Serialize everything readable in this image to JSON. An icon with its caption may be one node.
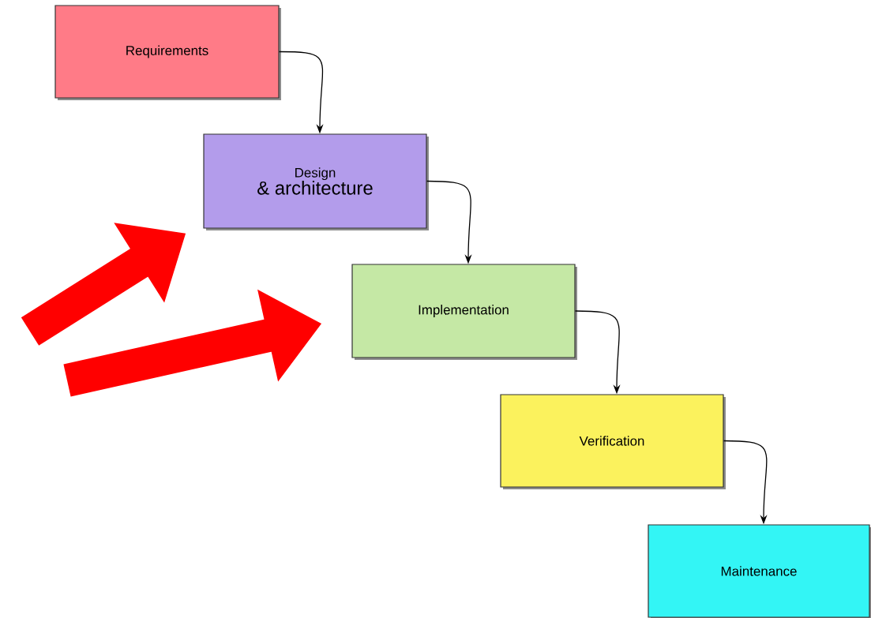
{
  "diagram": {
    "nodes": [
      {
        "text": [
          "Requirements"
        ]
      },
      {
        "text": [
          "Design",
          "& architecture"
        ]
      },
      {
        "text": [
          "Implementation"
        ]
      },
      {
        "text": [
          "Verification"
        ]
      },
      {
        "text": [
          "Maintenance"
        ]
      }
    ],
    "edges": [
      {
        "from": 0,
        "to": 1,
        "arrow": "to"
      },
      {
        "from": 1,
        "to": 2,
        "arrow": "to"
      },
      {
        "from": 2,
        "to": 3,
        "arrow": "to"
      },
      {
        "from": 3,
        "to": 4,
        "arrow": "to"
      },
      {
        "from": null,
        "to": 1,
        "arrow": "to",
        "style": "thick",
        "color": "#ff0000"
      },
      {
        "from": null,
        "to": 2,
        "arrow": "to",
        "style": "thick",
        "color": "#ff0000"
      }
    ]
  }
}
